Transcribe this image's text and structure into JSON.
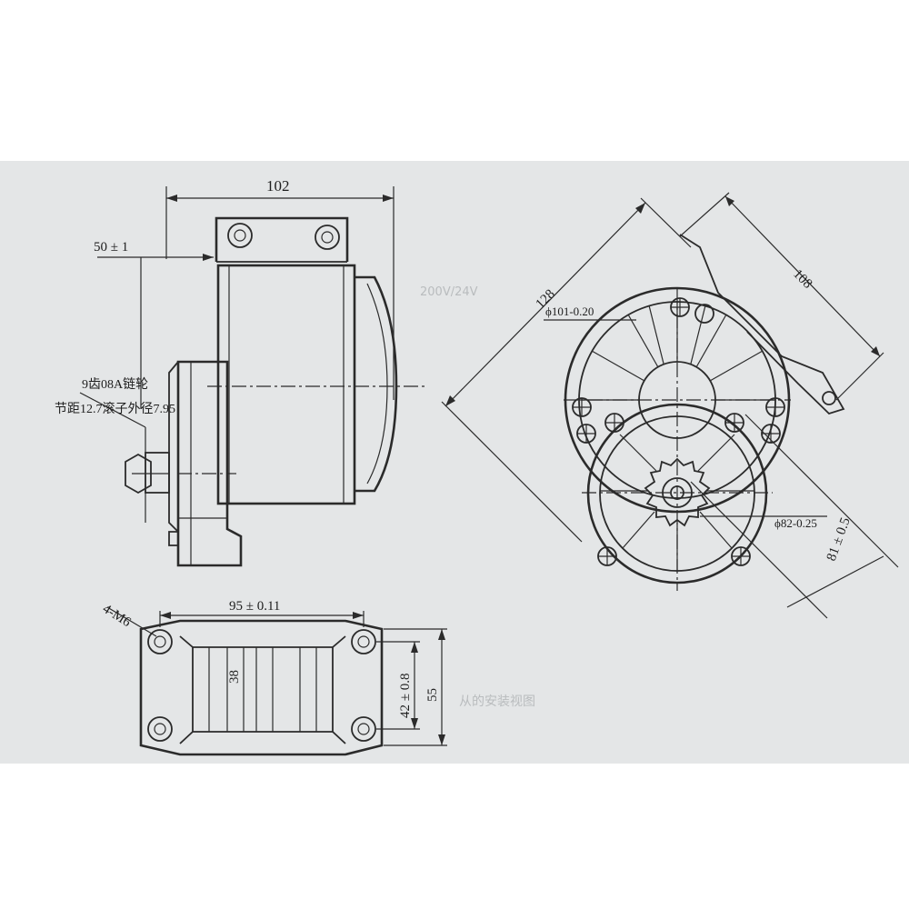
{
  "drawing": {
    "side_view": {
      "overall_length": "102",
      "sprocket_offset": "50 ± 1",
      "sprocket_note_line1": "9齿08A链轮",
      "sprocket_note_line2": "节距12.7滚子外径7.95"
    },
    "front_view": {
      "diagonal_width": "128",
      "mount_height": "108",
      "bore_top": "ϕ101-0.20",
      "bore_bottom": "ϕ82-0.25",
      "center_distance": "81 ± 0.5"
    },
    "mounting_plate": {
      "holes": "4-M6",
      "hole_spacing_x": "95 ± 0.11",
      "inner_width": "38",
      "hole_spacing_y": "42 ± 0.8",
      "plate_height": "55"
    },
    "bleed_through_text": [
      "200V/24V",
      "从的安装视图"
    ]
  }
}
